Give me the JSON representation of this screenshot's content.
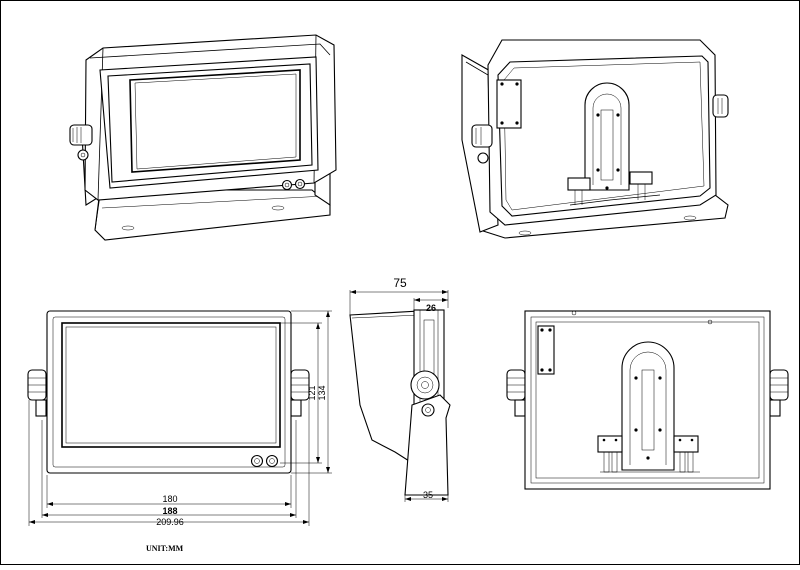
{
  "drawing": {
    "unit_label": "UNIT:MM"
  },
  "front_view": {
    "dims": {
      "width_inner": "180",
      "width_mid": "188",
      "width_outer": "209.96",
      "height_inner": "121",
      "height_outer": "134"
    }
  },
  "side_view": {
    "dims": {
      "depth_total": "75",
      "depth_top": "26",
      "base_depth": "35"
    }
  }
}
